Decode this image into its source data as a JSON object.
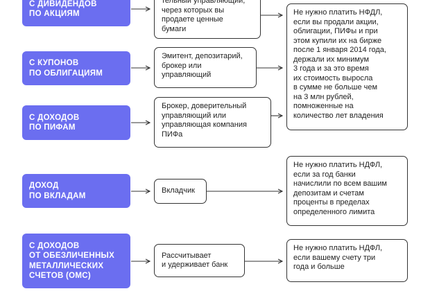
{
  "sources": [
    {
      "label": "С ДИВИДЕНДОВ\nПО АКЦИЯМ"
    },
    {
      "label": "С КУПОНОВ\nПО ОБЛИГАЦИЯМ"
    },
    {
      "label": "С ДОХОДОВ\nПО ПИФАМ"
    },
    {
      "label": "ДОХОД\nПО ВКЛАДАМ"
    },
    {
      "label": "С ДОХОДОВ\nОТ ОБЕЗЛИЧЕННЫХ\nМЕТАЛЛИЧЕСКИХ\nСЧЕТОВ (ОМС)"
    }
  ],
  "agents": [
    {
      "text": "тельный управляющий,\nчерез которых вы\nпродаете ценные\nбумаги"
    },
    {
      "text": "Эмитент, депозитарий,\nброкер или\nуправляющий"
    },
    {
      "text": "Брокер, доверительный\nуправляющий или\nуправляющая компания\nПИФа"
    },
    {
      "text": "Вкладчик"
    },
    {
      "text": "Рассчитывает\nи удерживает банк"
    }
  ],
  "notes": [
    {
      "text": "Не нужно платить НФДЛ,\nесли вы продали акции,\nоблигации, ПИФы и при\nэтом купили их на бирже\nпосле 1 января 2014 года,\nдержали их минимум\n3 года и за это время\nих стоимость выросла\nв сумме не больше чем\nна 3 млн рублей,\nпомноженные на\nколичество лет владения"
    },
    {
      "text": "Не нужно платить НДФЛ,\nесли за год банки\nначислили по всем вашим\nдепозитам и счетам\nпроценты в пределах\nопределенного лимита"
    },
    {
      "text": "Не нужно платить НДФЛ,\nесли вашему счету три\nгода и больше"
    }
  ],
  "colors": {
    "source_fill": "#6b6ef0",
    "border": "#333333"
  }
}
